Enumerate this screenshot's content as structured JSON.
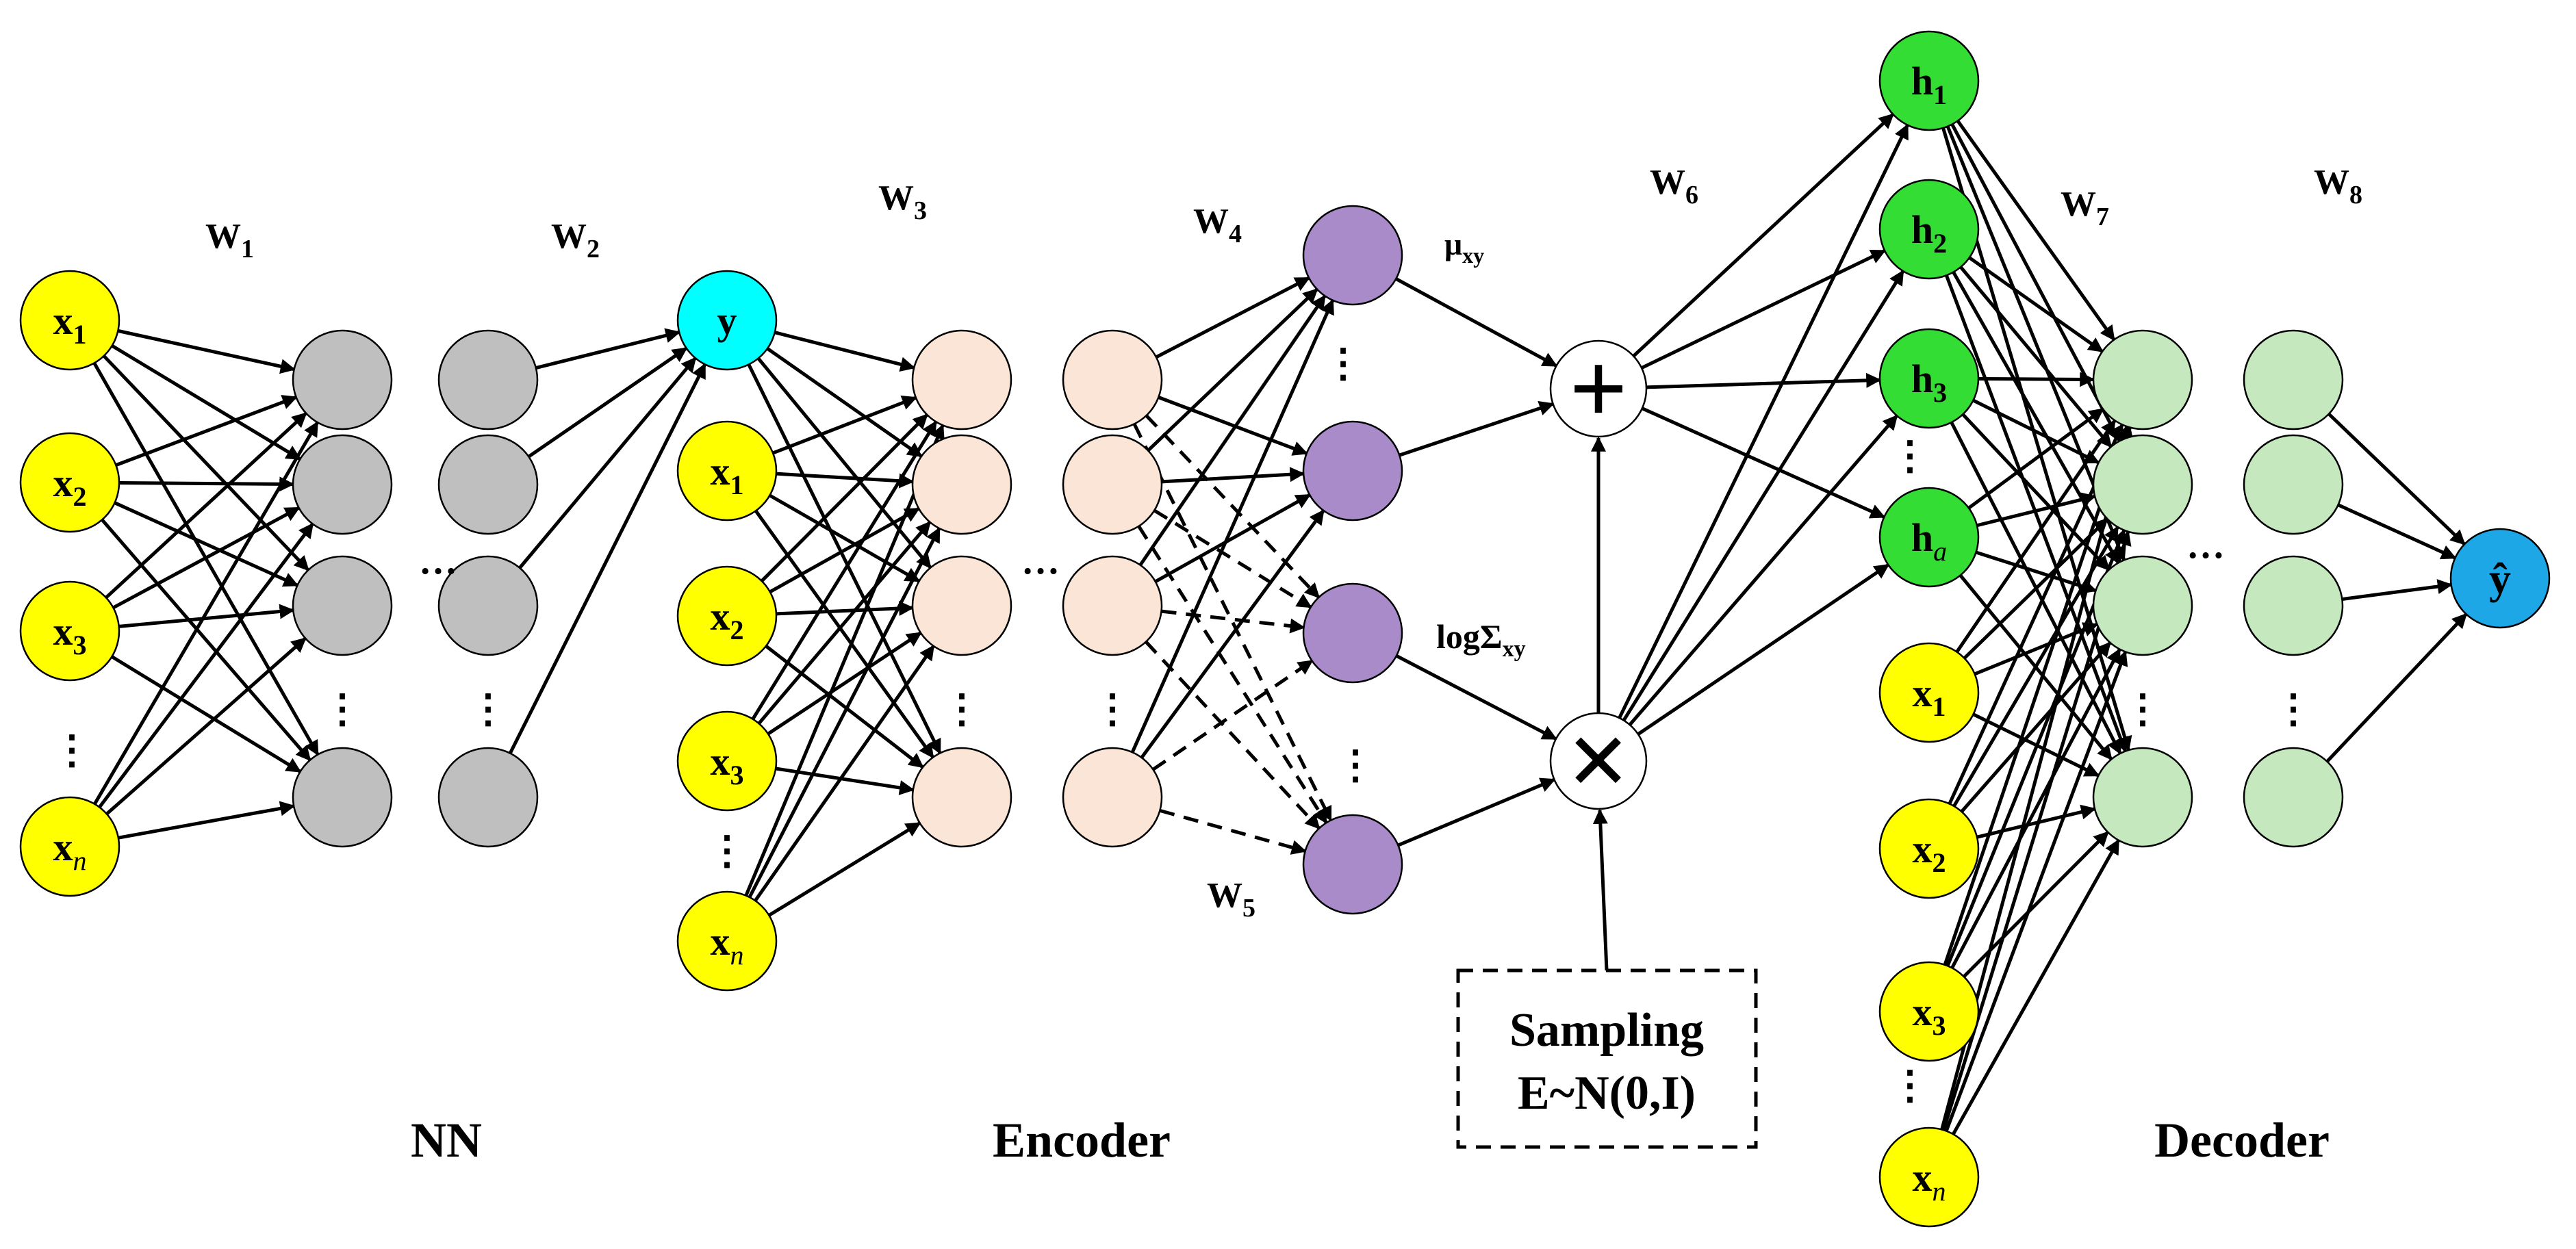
{
  "weights": {
    "w1": {
      "base": "W",
      "sub": "1"
    },
    "w2": {
      "base": "W",
      "sub": "2"
    },
    "w3": {
      "base": "W",
      "sub": "3"
    },
    "w4": {
      "base": "W",
      "sub": "4"
    },
    "w5": {
      "base": "W",
      "sub": "5"
    },
    "w6": {
      "base": "W",
      "sub": "6"
    },
    "w7": {
      "base": "W",
      "sub": "7"
    },
    "w8": {
      "base": "W",
      "sub": "8"
    }
  },
  "sections": {
    "nn": "NN",
    "encoder": "Encoder",
    "decoder": "Decoder"
  },
  "latent": {
    "mu": {
      "base": "μ",
      "sub": "xy"
    },
    "logsigma": {
      "base": "logΣ",
      "sub": "xy"
    },
    "plus_symbol": "+",
    "times_symbol": "×"
  },
  "sampling": {
    "line1": "Sampling",
    "line2": "E~N(0,I)"
  },
  "ellipsis": "…",
  "vdots": "⋮",
  "colors": {
    "input": "#ffff00",
    "nn_hidden": "#bfbfbf",
    "target": "#00ffff",
    "encoder_hidden": "#fbe5d6",
    "latent": "#a98bc9",
    "h_node": "#33dd33",
    "decoder_hidden": "#c5e8bf",
    "output": "#1ea7e6"
  },
  "nodes": {
    "nn_input": [
      {
        "base": "x",
        "sub": "1"
      },
      {
        "base": "x",
        "sub": "2"
      },
      {
        "base": "x",
        "sub": "3"
      },
      {
        "base": "x",
        "sub": "n"
      }
    ],
    "enc_input": [
      {
        "base": "y",
        "sub": ""
      },
      {
        "base": "x",
        "sub": "1"
      },
      {
        "base": "x",
        "sub": "2"
      },
      {
        "base": "x",
        "sub": "3"
      },
      {
        "base": "x",
        "sub": "n"
      }
    ],
    "dec_h": [
      {
        "base": "h",
        "sub": "1"
      },
      {
        "base": "h",
        "sub": "2"
      },
      {
        "base": "h",
        "sub": "3"
      },
      {
        "base": "h",
        "sub": "a"
      }
    ],
    "dec_x": [
      {
        "base": "x",
        "sub": "1"
      },
      {
        "base": "x",
        "sub": "2"
      },
      {
        "base": "x",
        "sub": "3"
      },
      {
        "base": "x",
        "sub": "n"
      }
    ],
    "output": {
      "base": "ŷ",
      "sub": ""
    }
  }
}
